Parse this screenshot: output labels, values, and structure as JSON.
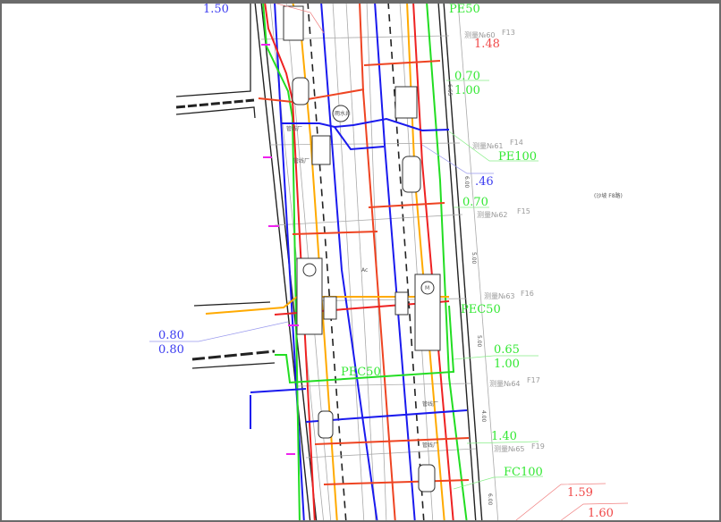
{
  "drawing": {
    "colors": {
      "green": "#22dd22",
      "red": "#ee2222",
      "blue": "#1a1aee",
      "orange": "#ffaa00",
      "magenta": "#ee22ee",
      "gray": "#9a9a9a"
    },
    "labels": {
      "top_blue": "1.50",
      "top_green": "PE50",
      "survey_60": "测量№60",
      "f13": "F13",
      "val_148": "1.48",
      "val_070a": "0.70",
      "val_100a": "1.00",
      "dim_665": "6.65",
      "survey_61": "测量№61",
      "f14": "F14",
      "pe100": "PE100",
      "val_146": ".46",
      "dim_600a": "6.00",
      "val_070b": "0.70",
      "survey_62": "测量№62",
      "f15": "F15",
      "road_note": "(沙坡 F8路)",
      "dim_500a": "5.00",
      "survey_63": "测量№63",
      "f16": "F16",
      "pec50_right": "PEC50",
      "dim_500b": "5.00",
      "val_065": "0.65",
      "val_100b": "1.00",
      "survey_64": "测量№64",
      "f17": "F17",
      "dim_400": "4.00",
      "val_140": "1.40",
      "survey_65": "测量№65",
      "f19": "F19",
      "fc100": "FC100",
      "dim_600b": "6.00",
      "val_159": "1.59",
      "val_160": "1.60",
      "val_080a": "0.80",
      "val_080b": "0.80",
      "pec50_mid": "PEC50",
      "rain_well": "雨水井",
      "pipe_1": "管线厂",
      "pipe_2": "管线厂",
      "pipe_3": "管线厂",
      "pipe_4": "管线厂",
      "ac": "Ac",
      "m": "M"
    }
  }
}
